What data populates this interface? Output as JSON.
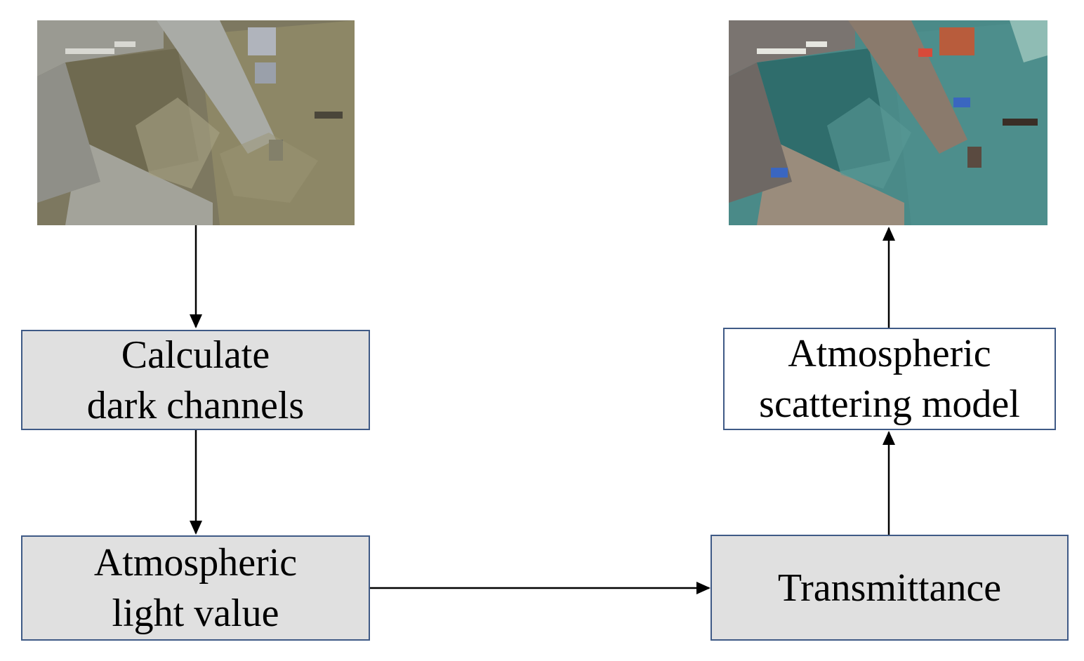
{
  "diagram": {
    "nodes": {
      "calc_dark": {
        "label": "Calculate\ndark channels"
      },
      "atm_light": {
        "label": "Atmospheric\nlight value"
      },
      "transmittance": {
        "label": "Transmittance"
      },
      "scatter_model": {
        "label": "Atmospheric\nscattering model"
      }
    },
    "images": {
      "input": {
        "tone": "hazy",
        "base_color": "#8a8468",
        "water_color": "#6f6a50"
      },
      "output": {
        "tone": "dehazed",
        "base_color": "#4a8a88",
        "water_color": "#3d7f80"
      }
    },
    "edges": [
      {
        "from": "input-image",
        "to": "calc_dark"
      },
      {
        "from": "calc_dark",
        "to": "atm_light"
      },
      {
        "from": "atm_light",
        "to": "transmittance"
      },
      {
        "from": "transmittance",
        "to": "scatter_model"
      },
      {
        "from": "scatter_model",
        "to": "output-image"
      }
    ]
  }
}
